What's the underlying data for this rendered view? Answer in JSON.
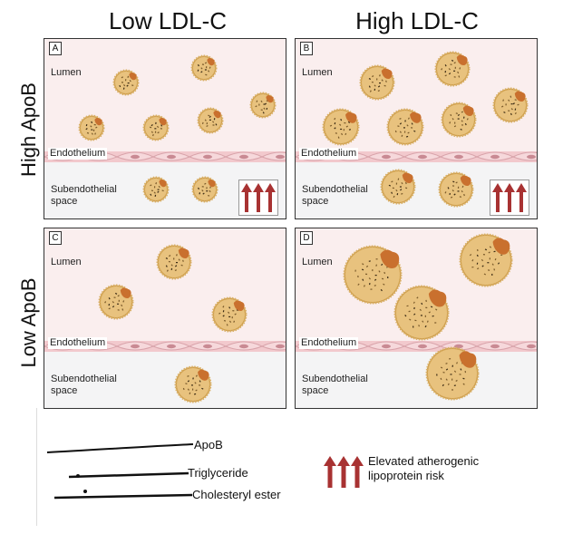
{
  "columns": [
    "Low LDL-C",
    "High LDL-C"
  ],
  "rows": [
    "High ApoB",
    "Low ApoB"
  ],
  "panels": [
    {
      "letter": "A",
      "lumen": "Lumen",
      "endothelium": "Endothelium",
      "subendothelial": [
        "Subendothelial",
        "space"
      ],
      "elevated_risk": true
    },
    {
      "letter": "B",
      "lumen": "Lumen",
      "endothelium": "Endothelium",
      "subendothelial": [
        "Subendothelial",
        "space"
      ],
      "elevated_risk": true
    },
    {
      "letter": "C",
      "lumen": "Lumen",
      "endothelium": "Endothelium",
      "subendothelial": [
        "Subendothelial",
        "space"
      ],
      "elevated_risk": false
    },
    {
      "letter": "D",
      "lumen": "Lumen",
      "endothelium": "Endothelium",
      "subendothelial": [
        "Subendothelial",
        "space"
      ],
      "elevated_risk": false
    }
  ],
  "legend": {
    "apob": "ApoB",
    "triglyceride": "Triglyceride",
    "cholesteryl_ester": "Cholesteryl ester",
    "risk": [
      "Elevated atherogenic",
      "lipoprotein risk"
    ]
  },
  "colors": {
    "lumen": "#faeeee",
    "subendothelial": "#f4f4f5",
    "endothelium": "#f2c9cd",
    "particle_fill": "#e8c27e",
    "particle_edge": "#cf9f4d",
    "apob": "#c9702e",
    "arrow": "#a83232"
  }
}
